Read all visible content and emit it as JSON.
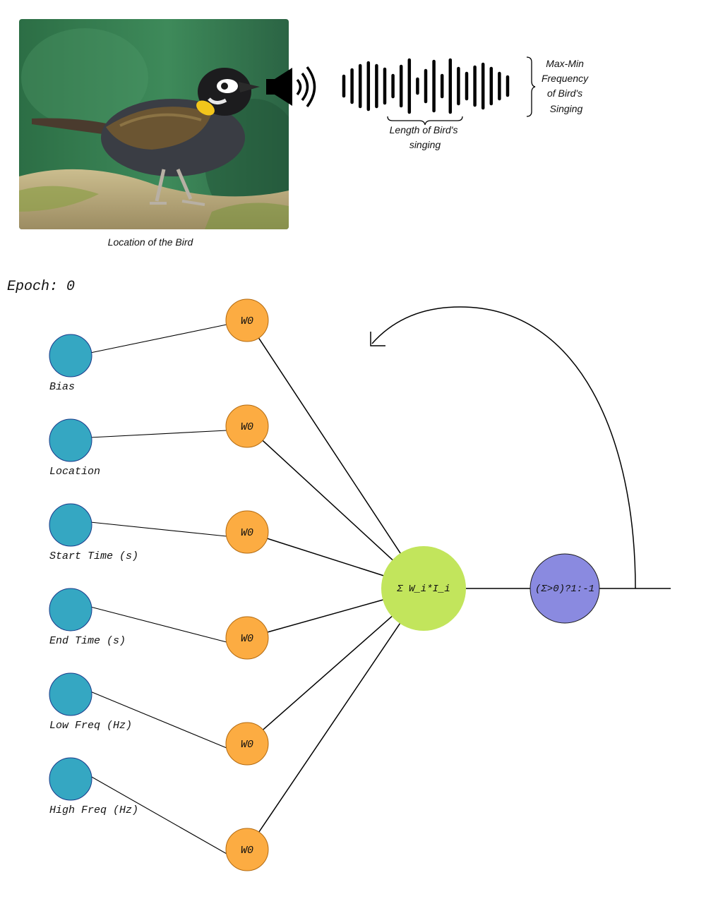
{
  "header": {
    "photo_caption": "Location of the Bird",
    "length_label": [
      "Length of Bird's",
      "singing"
    ],
    "frequency_label": [
      "Max-Min",
      "Frequency",
      "of Bird's",
      "Singing"
    ]
  },
  "epoch_label": "Epoch: 0",
  "inputs": [
    {
      "label": "Bias",
      "weight": "W0"
    },
    {
      "label": "Location",
      "weight": "W0"
    },
    {
      "label": "Start Time (s)",
      "weight": "W0"
    },
    {
      "label": "End Time (s)",
      "weight": "W0"
    },
    {
      "label": "Low Freq (Hz)",
      "weight": "W0"
    },
    {
      "label": "High Freq (Hz)",
      "weight": "W0"
    }
  ],
  "sum_node": {
    "label": "Σ W_i*I_i"
  },
  "activation_node": {
    "label": "(Σ>0)?1:-1"
  },
  "colors": {
    "input_node": "#35a7c2",
    "weight_node": "#fcac42",
    "sum_node": "#c2e55c",
    "activation_node": "#8a8ae0"
  }
}
